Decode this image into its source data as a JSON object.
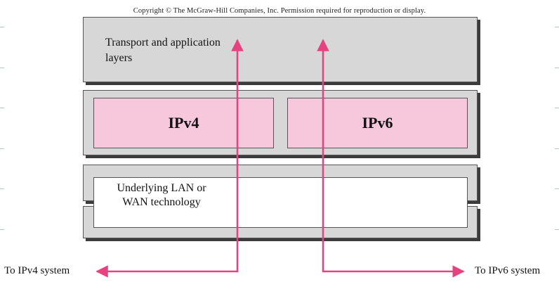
{
  "copyright": "Copyright © The McGraw-Hill Companies, Inc. Permission required for reproduction or display.",
  "layers": {
    "transport": "Transport and application layers",
    "ipv4": "IPv4",
    "ipv6": "IPv6",
    "underlying": "Underlying LAN or WAN technology"
  },
  "destinations": {
    "ipv4": "To IPv4 system",
    "ipv6": "To IPv6 system"
  },
  "colors": {
    "arrow": "#e6427f",
    "ip_fill": "#f7c8dc",
    "layer_fill": "#d7d7d7"
  }
}
